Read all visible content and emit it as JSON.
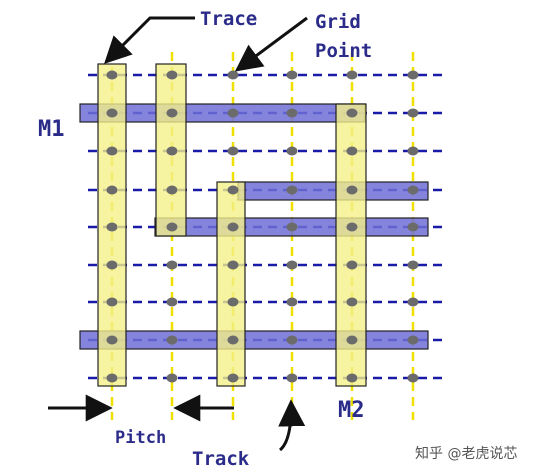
{
  "labels": {
    "trace": "Trace",
    "grid_point_line1": "Grid",
    "grid_point_line2": "Point",
    "m1": "M1",
    "m2": "M2",
    "pitch": "Pitch",
    "track": "Track"
  },
  "watermark": "知乎 @老虎说芯",
  "colors": {
    "horizontal_track": "#1a1aa8",
    "vertical_track": "#f0e000",
    "grid_point": "#6b6b6b",
    "m1_fill": "#6f6fd6",
    "m2_fill": "#f4f08a",
    "outline": "#222222",
    "label": "#2b2b8a",
    "arrow": "#111111"
  },
  "icons": {
    "pointer": "arrow-icon"
  }
}
